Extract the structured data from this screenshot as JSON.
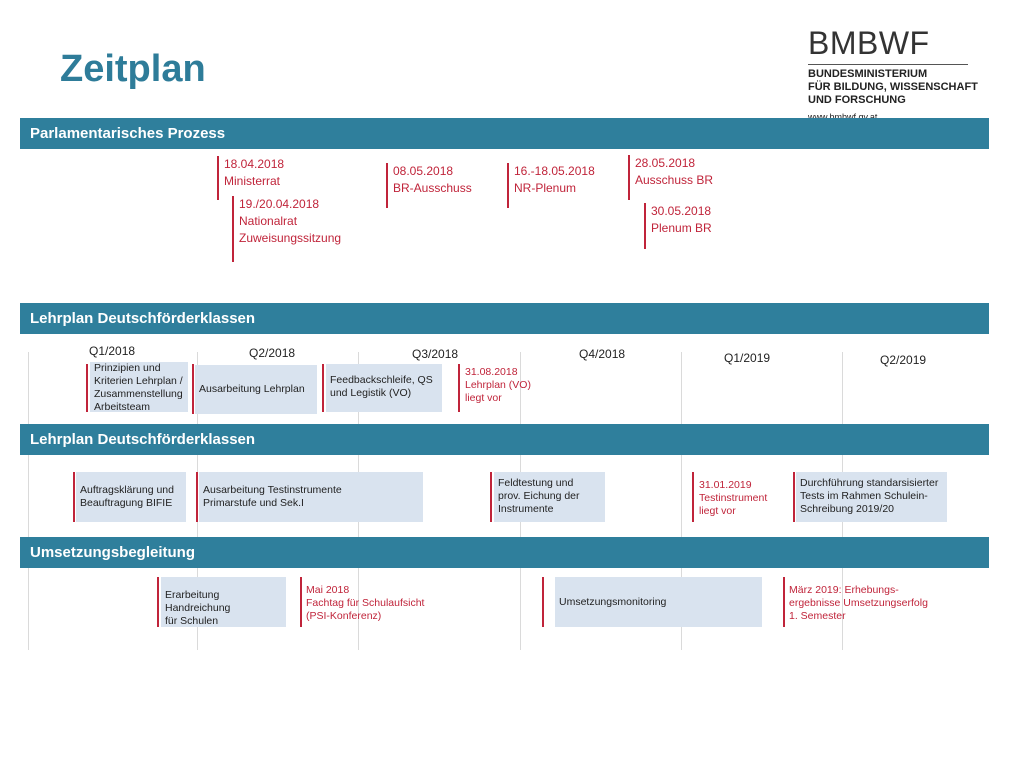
{
  "page": {
    "title": "Zeitplan"
  },
  "logo": {
    "main": "BMBWF",
    "line1": "BUNDESMINISTERIUM",
    "line2": "FÜR BILDUNG, WISSENSCHAFT",
    "line3": "UND FORSCHUNG",
    "url": "www.bmbwf.gv.at"
  },
  "colors": {
    "band": "#2f7f9c",
    "title": "#2e7c99",
    "accent_red": "#c0243a",
    "box": "#d9e3ef"
  },
  "sections": {
    "parlament": "Parlamentarisches Prozess",
    "lehrplan1": "Lehrplan Deutschförderklassen",
    "lehrplan2": "Lehrplan Deutschförderklassen",
    "umsetzung": "Umsetzungsbegleitung"
  },
  "parlament": {
    "m1": {
      "date": "18.04.2018",
      "text": "Ministerrat"
    },
    "m2": {
      "date": "19./20.04.2018",
      "text1": "Nationalrat",
      "text2": "Zuweisungssitzung"
    },
    "m3": {
      "date": "08.05.2018",
      "text": "BR-Ausschuss"
    },
    "m4": {
      "date": "16.-18.05.2018",
      "text": "NR-Plenum"
    },
    "m5": {
      "date": "28.05.2018",
      "text": "Ausschuss BR"
    },
    "m6": {
      "date": "30.05.2018",
      "text": "Plenum BR"
    }
  },
  "quarters": [
    "Q1/2018",
    "Q2/2018",
    "Q3/2018",
    "Q4/2018",
    "Q1/2019",
    "Q2/2019"
  ],
  "lehrplan": {
    "b1": [
      "Prinzipien und",
      "Kriterien Lehrplan /",
      "Zusammenstellung",
      "Arbeitsteam"
    ],
    "b2": "Ausarbeitung Lehrplan",
    "b3": [
      "Feedbackschleife, QS",
      "und Legistik (VO)"
    ],
    "m1": [
      "31.08.2018",
      "Lehrplan (VO)",
      "liegt vor"
    ]
  },
  "testung": {
    "b1": [
      "Auftragsklärung und",
      "Beauftragung BIFIE"
    ],
    "b2": [
      "Ausarbeitung Testinstrumente",
      "Primarstufe und Sek.I"
    ],
    "b3": [
      "Feldtestung und",
      "prov.  Eichung der",
      "Instrumente"
    ],
    "m1": [
      "31.01.2019",
      "Testinstrument",
      "liegt vor"
    ],
    "b4": [
      "Durchführung standarsisierter",
      "Tests im Rahmen Schulein-",
      "Schreibung 2019/20"
    ]
  },
  "umsetzung": {
    "b1": [
      "Erarbeitung Handreichung",
      "für Schulen"
    ],
    "m1": [
      "Mai 2018",
      "Fachtag für Schulaufsicht",
      "(PSI-Konferenz)"
    ],
    "b2": "Umsetzungsmonitoring",
    "m2": [
      "März 2019: Erhebungs-",
      "ergebnisse Umsetzungserfolg",
      "1. Semester"
    ]
  }
}
